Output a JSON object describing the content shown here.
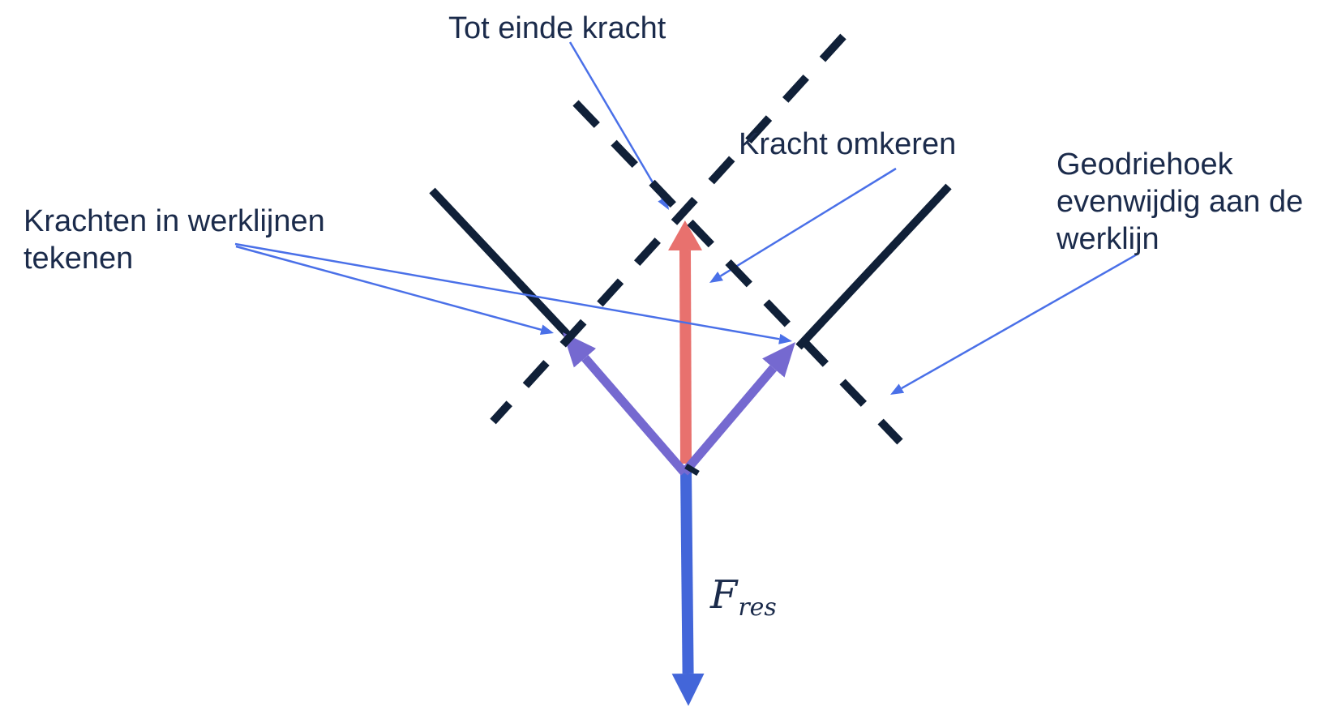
{
  "colors": {
    "background": "#FFFFFF",
    "line_navy": "#102038",
    "text_navy": "#1B2B4B",
    "arrow_red": "#E8716E",
    "arrow_purple": "#7569D0",
    "arrow_blue": "#4366D9",
    "annotation_blue": "#4A70E8"
  },
  "labels": {
    "tot_einde_kracht": "Tot einde kracht",
    "kracht_omkeren": "Kracht omkeren",
    "geodriehoek": "Geodriehoek\nevenwijdig aan de\nwerklijn",
    "krachten_in_werklijnen": "Krachten in werklijnen\ntekenen",
    "fres_symbol": "F",
    "fres_subscript": "res"
  }
}
